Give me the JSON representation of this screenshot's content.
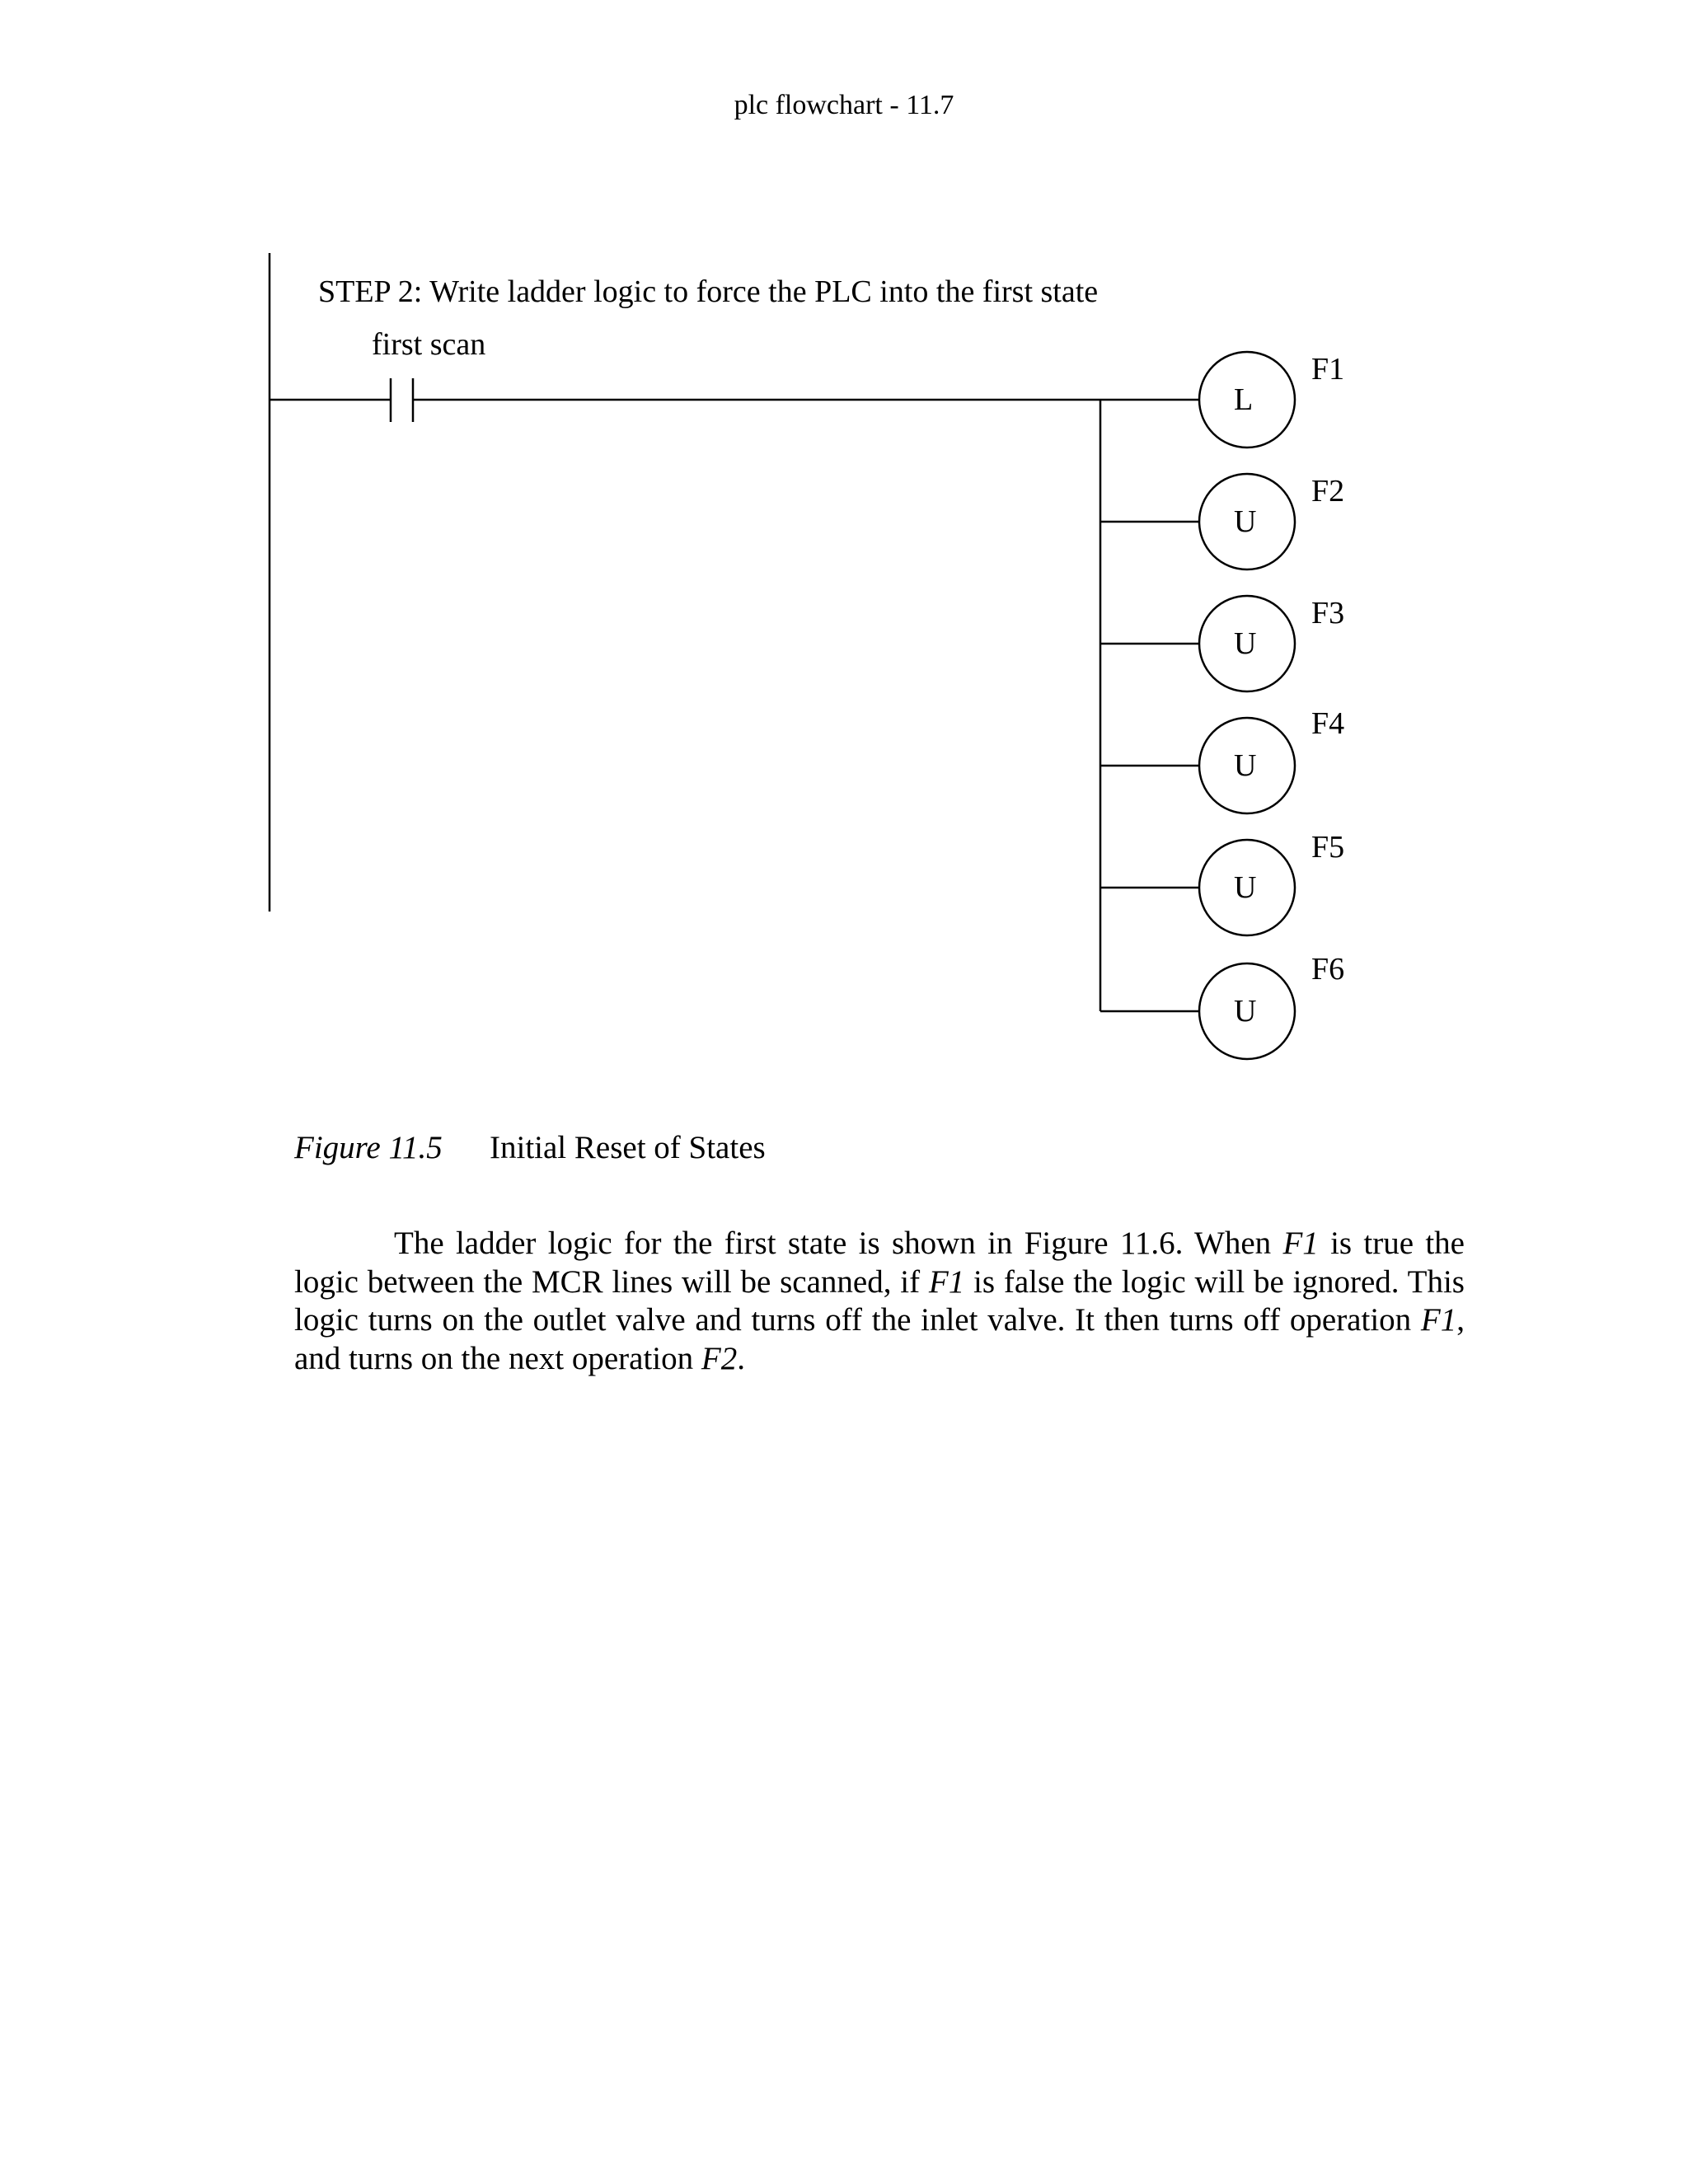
{
  "header": {
    "title": "plc flowchart - 11.7"
  },
  "diagram": {
    "step_title": "STEP 2: Write ladder logic to force the PLC into the first state",
    "contact_label": "first scan",
    "coils": [
      {
        "letter": "L",
        "label": "F1"
      },
      {
        "letter": "U",
        "label": "F2"
      },
      {
        "letter": "U",
        "label": "F3"
      },
      {
        "letter": "U",
        "label": "F4"
      },
      {
        "letter": "U",
        "label": "F5"
      },
      {
        "letter": "U",
        "label": "F6"
      }
    ]
  },
  "caption": {
    "figure_number": "Figure 11.5",
    "title": "Initial Reset of States"
  },
  "paragraph": {
    "t1": "The ladder logic for the first state is shown in Figure 11.6. When ",
    "i1": "F1",
    "t2": " is true the logic between the MCR lines will be scanned, if ",
    "i2": "F1",
    "t3": " is false the logic will be ignored. This logic turns on the outlet valve and turns off the inlet valve. It then turns off operation ",
    "i3": "F1",
    "t4": ", and turns on the next operation ",
    "i4": "F2",
    "t5": "."
  }
}
